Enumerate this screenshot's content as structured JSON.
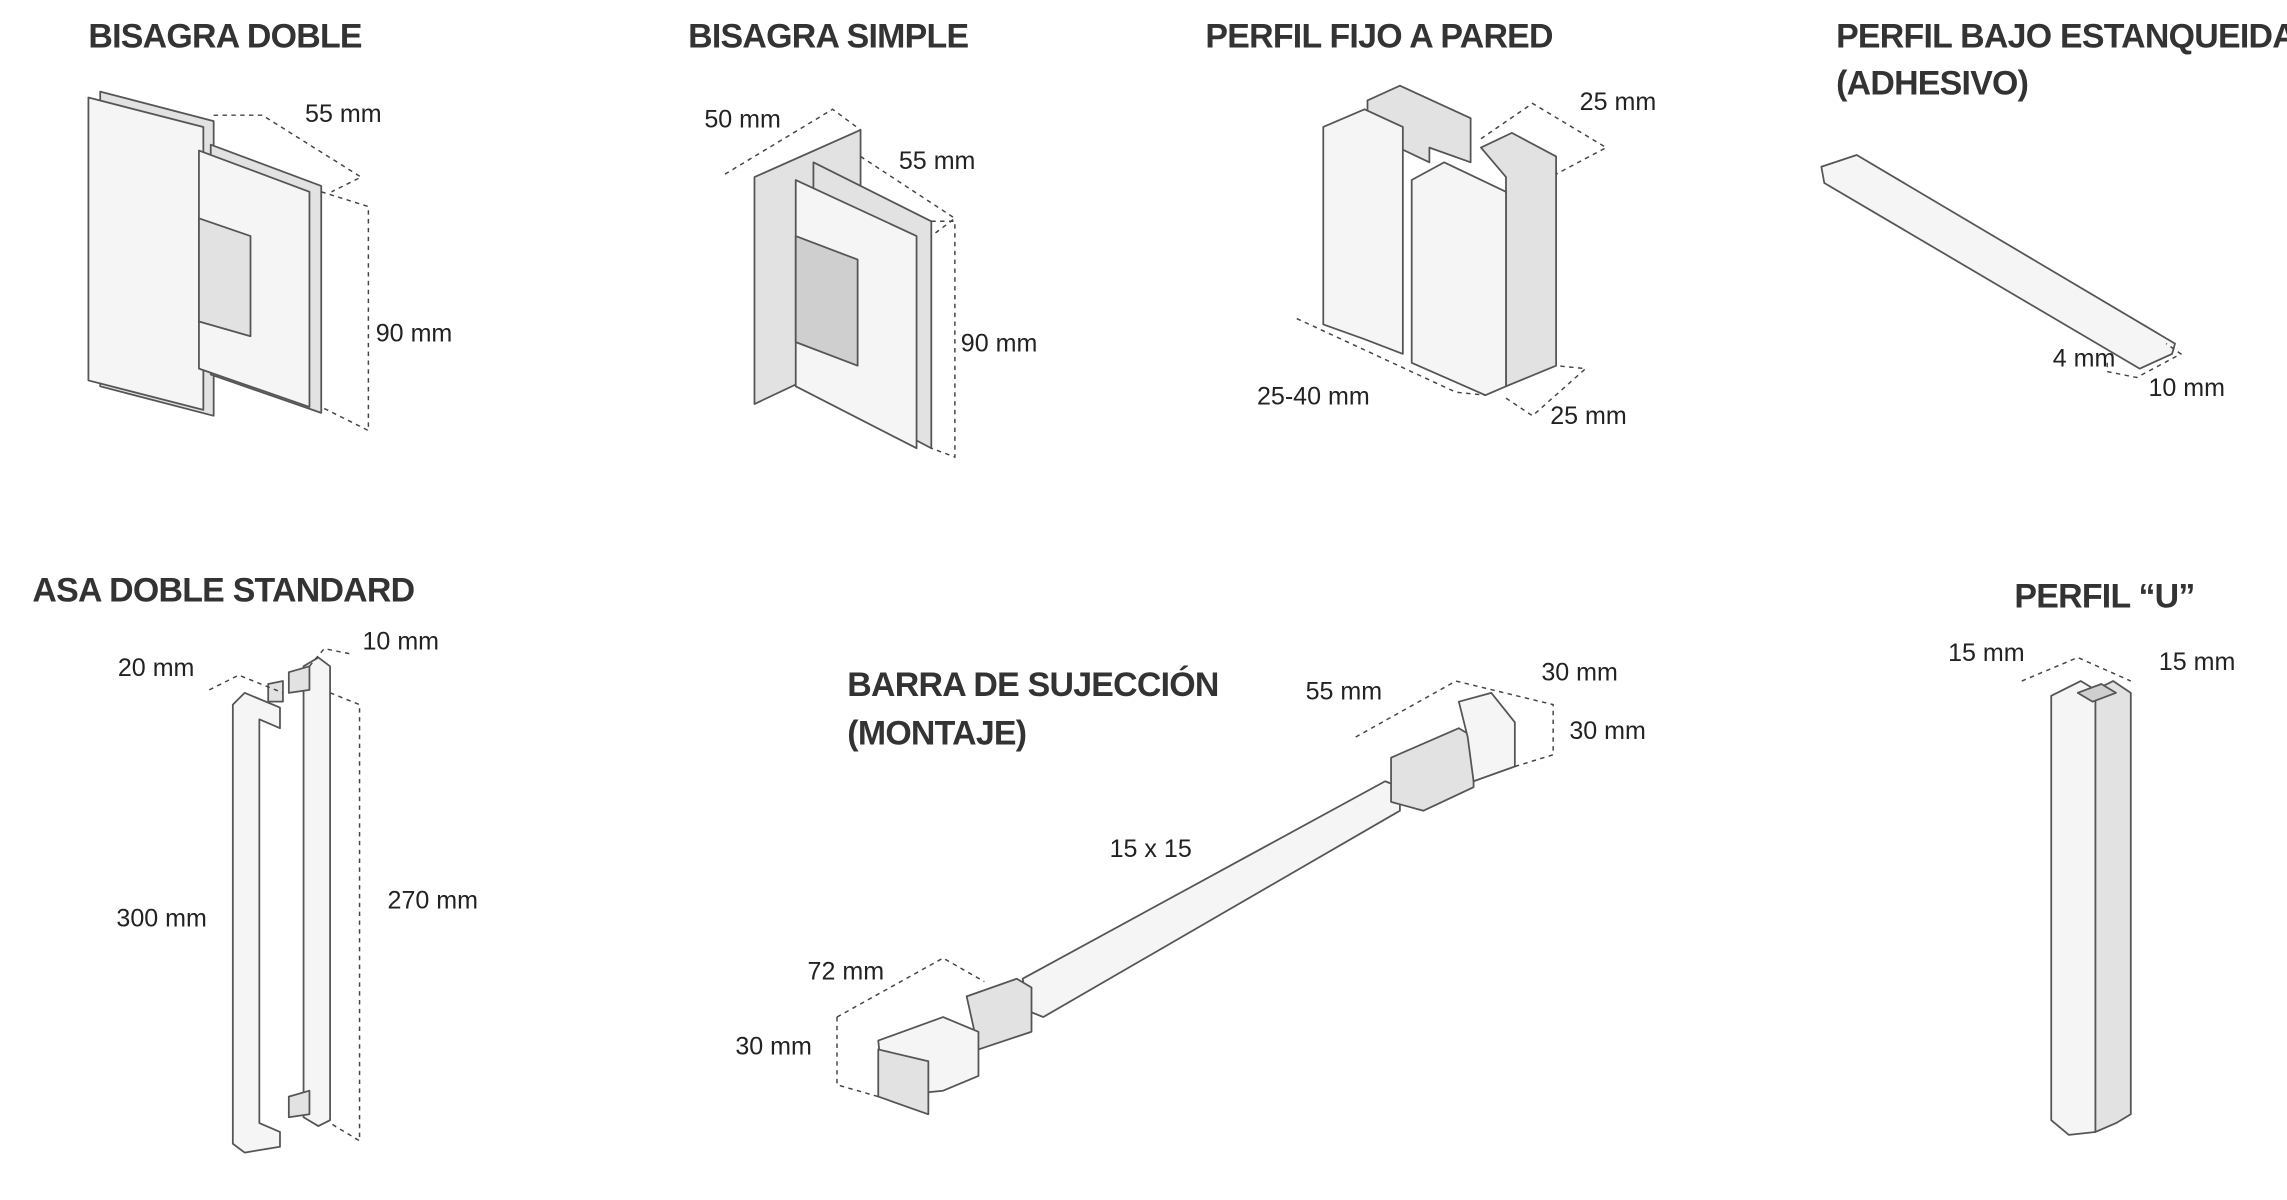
{
  "colors": {
    "background": "#ffffff",
    "text": "#333333",
    "part_fill": "#f5f5f5",
    "outline": "#555555"
  },
  "parts": {
    "bisagra_doble": {
      "title": "BISAGRA DOBLE",
      "dims": [
        "55 mm",
        "90 mm"
      ]
    },
    "bisagra_simple": {
      "title": "BISAGRA SIMPLE",
      "dims": [
        "50 mm",
        "55 mm",
        "90 mm"
      ]
    },
    "perfil_fijo": {
      "title": "PERFIL FIJO A PARED",
      "dims": [
        "25 mm",
        "25-40 mm",
        "25 mm"
      ]
    },
    "perfil_bajo": {
      "title_line1": "PERFIL BAJO ESTANQUEIDAD",
      "title_line2": "(ADHESIVO)",
      "dims": [
        "4 mm",
        "10 mm"
      ]
    },
    "asa_doble": {
      "title": "ASA DOBLE STANDARD",
      "dims": [
        "20 mm",
        "10 mm",
        "300 mm",
        "270 mm"
      ]
    },
    "barra": {
      "title_line1": "BARRA DE SUJECCIÓN",
      "title_line2": "(MONTAJE)",
      "dims": [
        "55 mm",
        "30 mm",
        "30 mm",
        "15 x 15",
        "72 mm",
        "30 mm"
      ]
    },
    "perfil_u": {
      "title": "PERFIL “U”",
      "dims": [
        "15 mm",
        "15 mm"
      ]
    }
  }
}
